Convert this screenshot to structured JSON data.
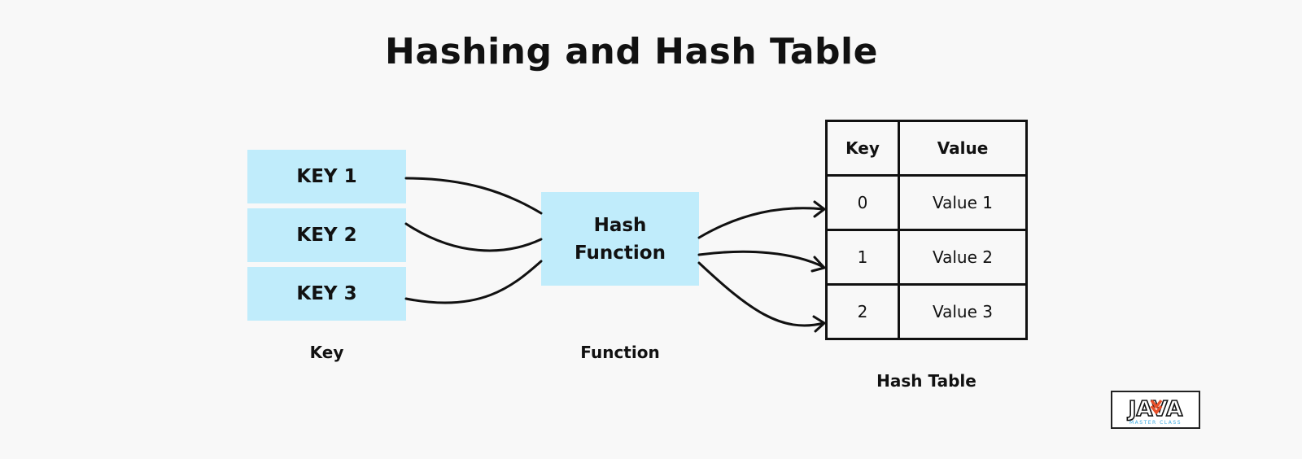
{
  "title": "Hashing and Hash Table",
  "keys": [
    "KEY 1",
    "KEY 2",
    "KEY 3"
  ],
  "key_caption": "Key",
  "hash_function": {
    "line1": "Hash",
    "line2": "Function"
  },
  "function_caption": "Function",
  "table": {
    "headers": {
      "key": "Key",
      "value": "Value"
    },
    "rows": [
      {
        "key": "0",
        "value": "Value 1"
      },
      {
        "key": "1",
        "value": "Value 2"
      },
      {
        "key": "2",
        "value": "Value 3"
      }
    ]
  },
  "table_caption": "Hash Table",
  "logo": {
    "word": "JAVA",
    "tagline": "MASTER CLASS",
    "accent": "#e8502a",
    "tagline_color": "#3aa8e0"
  },
  "colors": {
    "box_fill": "#c0ecfb",
    "line": "#111111"
  }
}
